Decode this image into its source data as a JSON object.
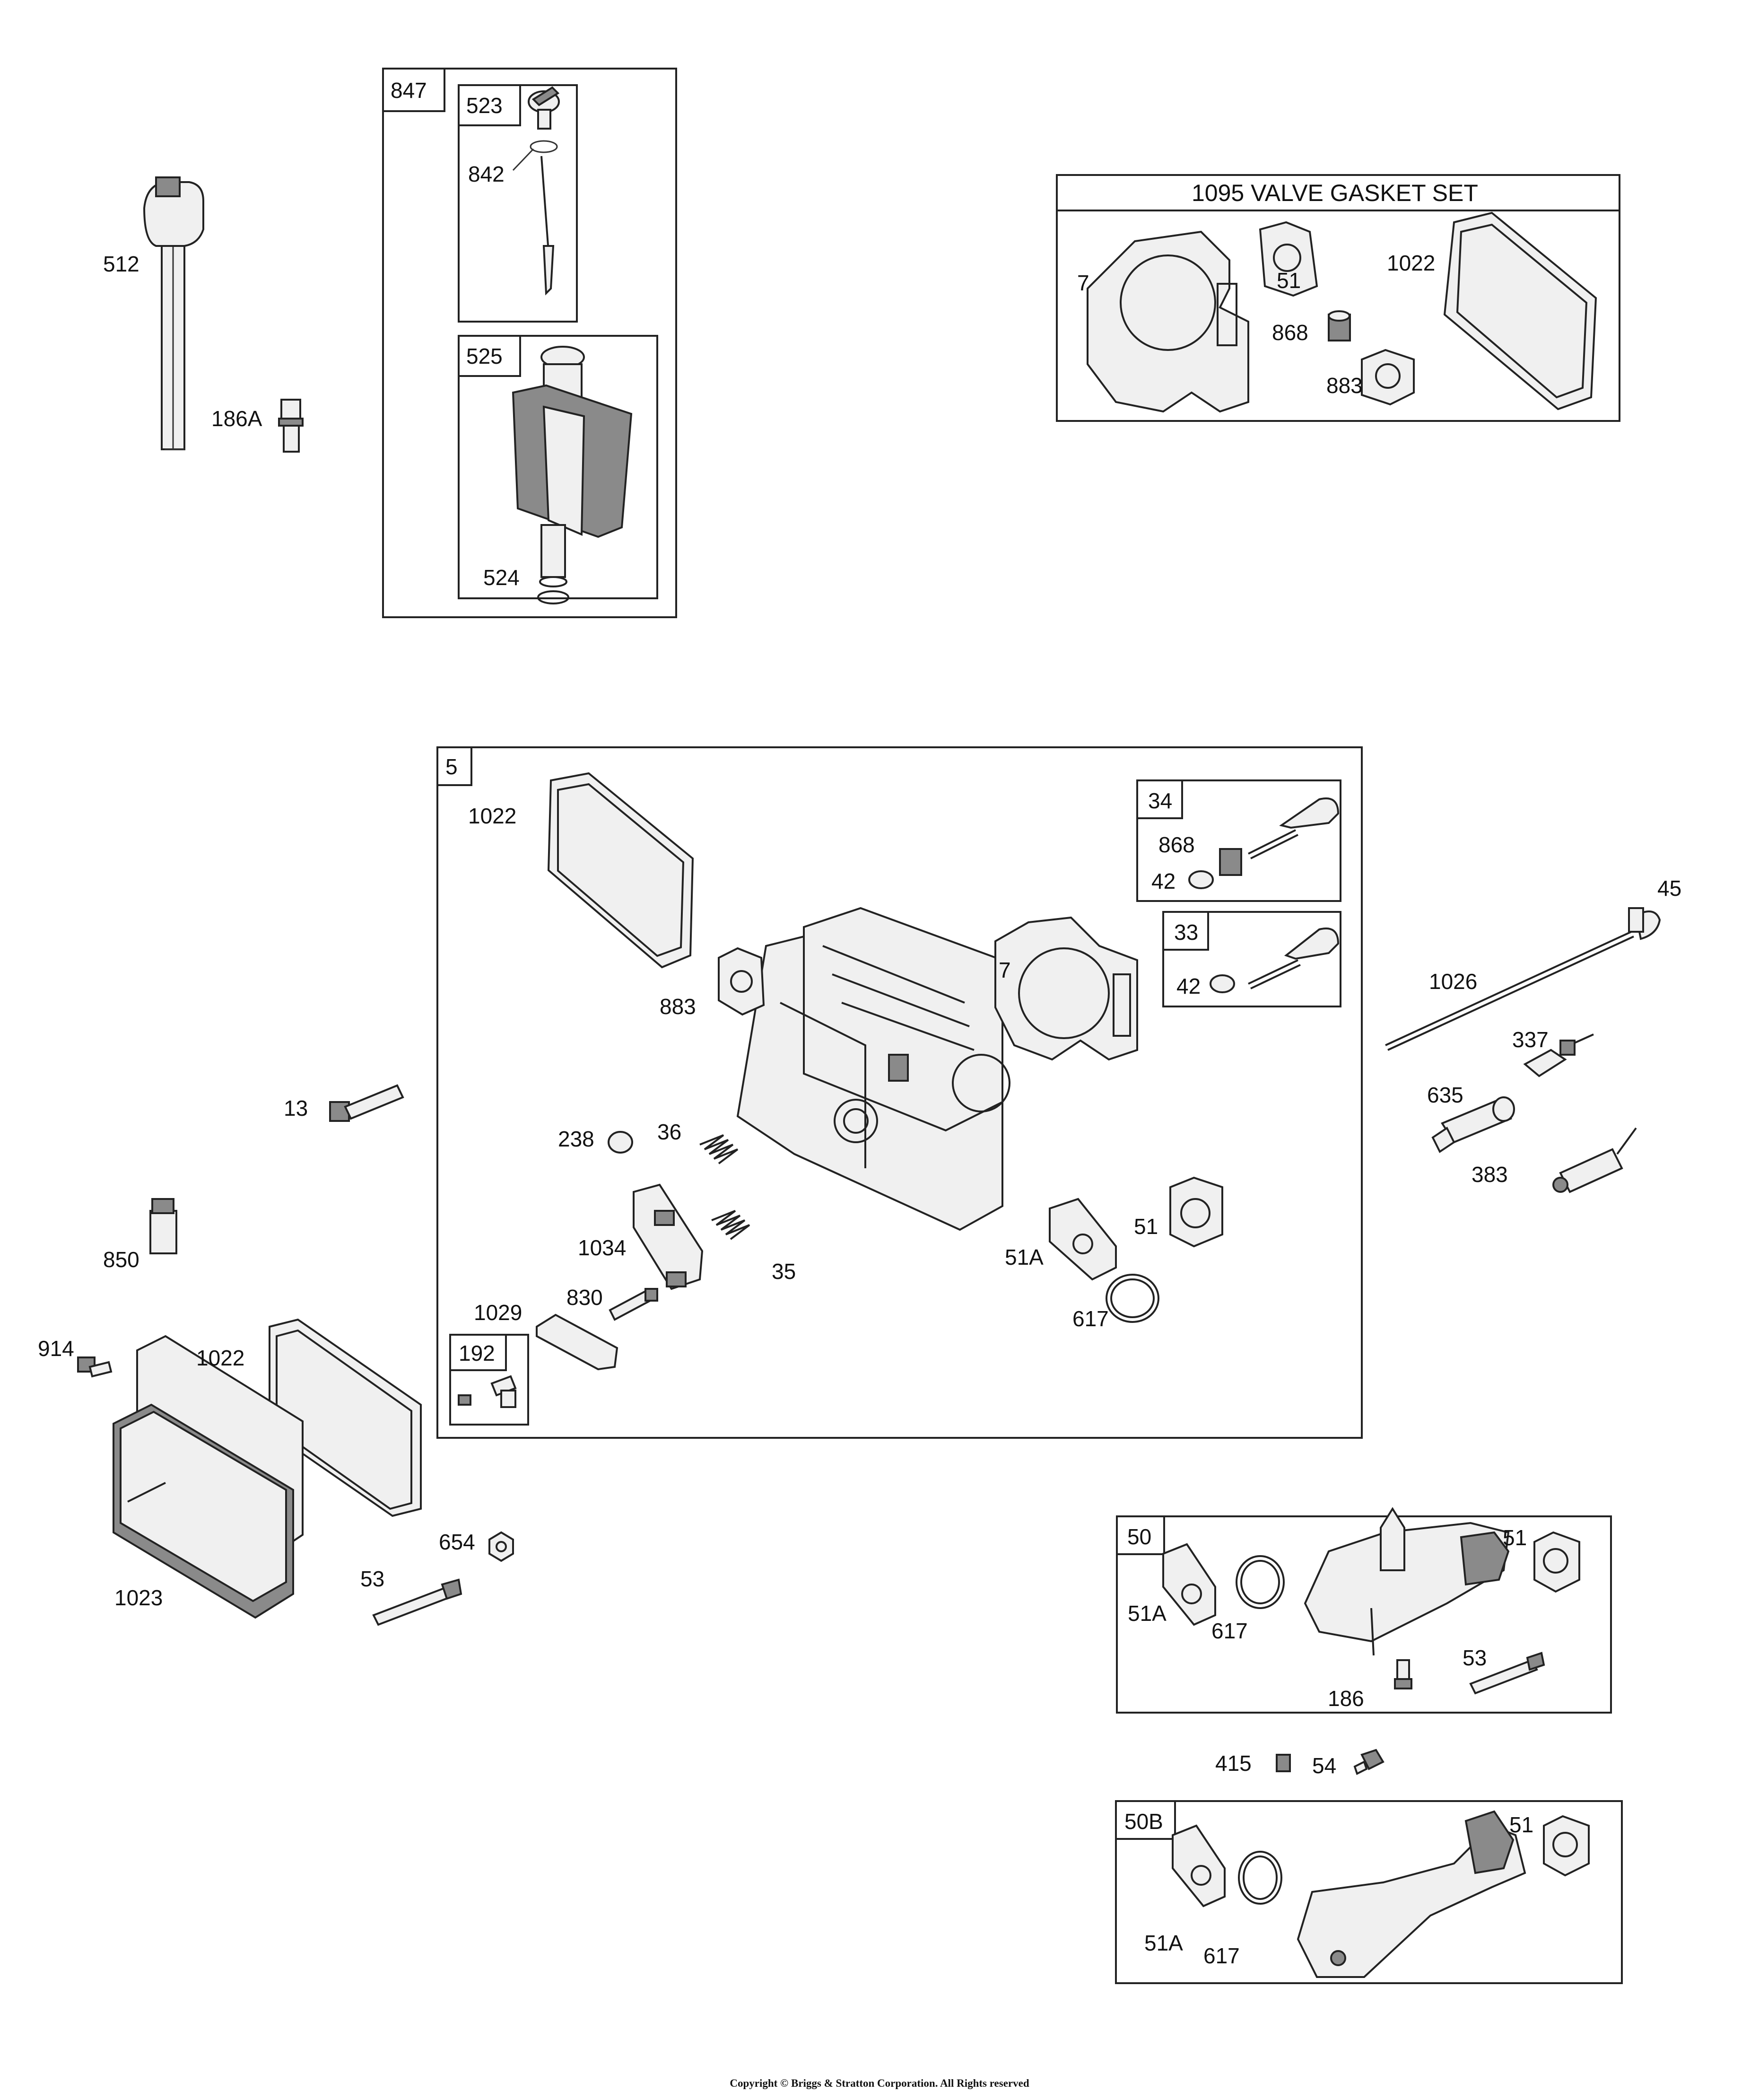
{
  "copyright": "Copyright © Briggs & Stratton Corporation. All Rights reserved",
  "groups": [
    {
      "id": "847",
      "label": "847"
    },
    {
      "id": "523",
      "label": "523"
    },
    {
      "id": "525",
      "label": "525"
    },
    {
      "id": "valve-gasket-set",
      "title": "1095 VALVE GASKET SET"
    },
    {
      "id": "5",
      "label": "5"
    },
    {
      "id": "34",
      "label": "34"
    },
    {
      "id": "33",
      "label": "33"
    },
    {
      "id": "192",
      "label": "192"
    },
    {
      "id": "50",
      "label": "50"
    },
    {
      "id": "50B",
      "label": "50B"
    }
  ],
  "parts": [
    "512",
    "186A",
    "842",
    "524",
    "7",
    "51",
    "1022",
    "868",
    "883",
    "1022",
    "868",
    "42",
    "42",
    "7",
    "883",
    "45",
    "1026",
    "337",
    "635",
    "383",
    "13",
    "238",
    "36",
    "1034",
    "35",
    "51A",
    "51",
    "617",
    "850",
    "1029",
    "830",
    "914",
    "1022",
    "1023",
    "654",
    "53",
    "51A",
    "617",
    "51",
    "53",
    "186",
    "415",
    "54",
    "51A",
    "617",
    "51"
  ]
}
